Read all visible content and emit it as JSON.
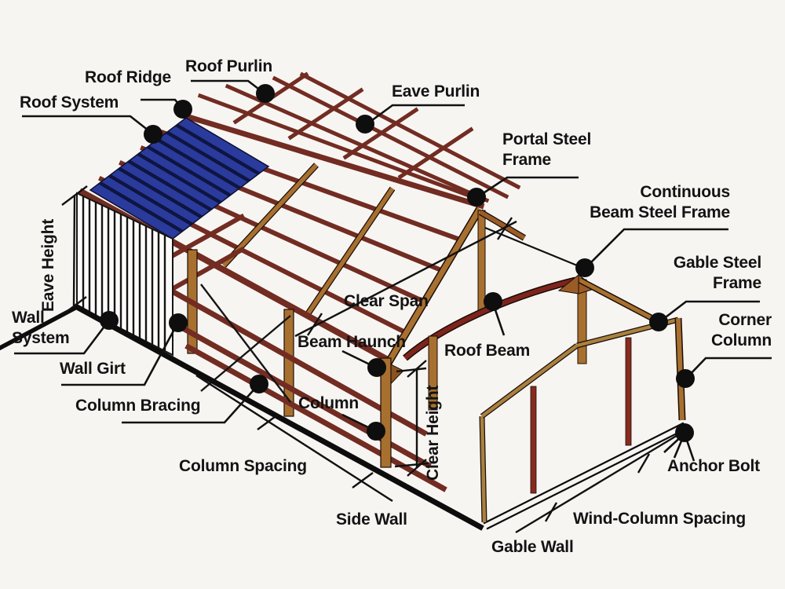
{
  "figure": {
    "kind": "steel-structure-anatomy-diagram",
    "background_color": "#f7f5f2",
    "ink_color": "#131313"
  },
  "palette": {
    "purlin_dark_red": "#722c22",
    "roof_beam_maroon": "#7e241c",
    "frame_brown": "#a8702f",
    "gable_frame_tan": "#a9813f",
    "wind_column_red": "#882a1e",
    "roof_sheet_blue": "#2a3b9d",
    "roof_sheet_stripe": "#0e1540",
    "callout_dot": "#0e0e0e"
  },
  "callouts": {
    "roof_ridge": {
      "text": "Roof Ridge"
    },
    "roof_purlin": {
      "text": "Roof Purlin"
    },
    "roof_system": {
      "text": "Roof System"
    },
    "eave_purlin": {
      "text": "Eave Purlin"
    },
    "portal_steel_frame": {
      "lines": [
        "Portal Steel",
        "Frame"
      ]
    },
    "continuous_beam_steel_frame": {
      "lines": [
        "Continuous",
        "Beam Steel Frame"
      ]
    },
    "gable_steel_frame": {
      "lines": [
        "Gable Steel",
        "Frame"
      ]
    },
    "corner_column": {
      "lines": [
        "Corner",
        "Column"
      ]
    },
    "wall_system": {
      "lines": [
        "Wall",
        "System"
      ]
    },
    "wall_girt": {
      "text": "Wall Girt"
    },
    "column_bracing": {
      "text": "Column Bracing"
    },
    "beam_haunch": {
      "text": "Beam Haunch"
    },
    "roof_beam": {
      "text": "Roof Beam"
    },
    "column": {
      "text": "Column"
    },
    "anchor_bolt": {
      "text": "Anchor Bolt"
    }
  },
  "dimensions": {
    "eave_height": "Eave Height",
    "clear_span": "Clear Span",
    "clear_height": "Clear Height",
    "column_spacing": "Column Spacing",
    "wind_column_spacing": "Wind-Column Spacing"
  },
  "regions": {
    "side_wall": "Side Wall",
    "gable_wall": "Gable Wall"
  }
}
